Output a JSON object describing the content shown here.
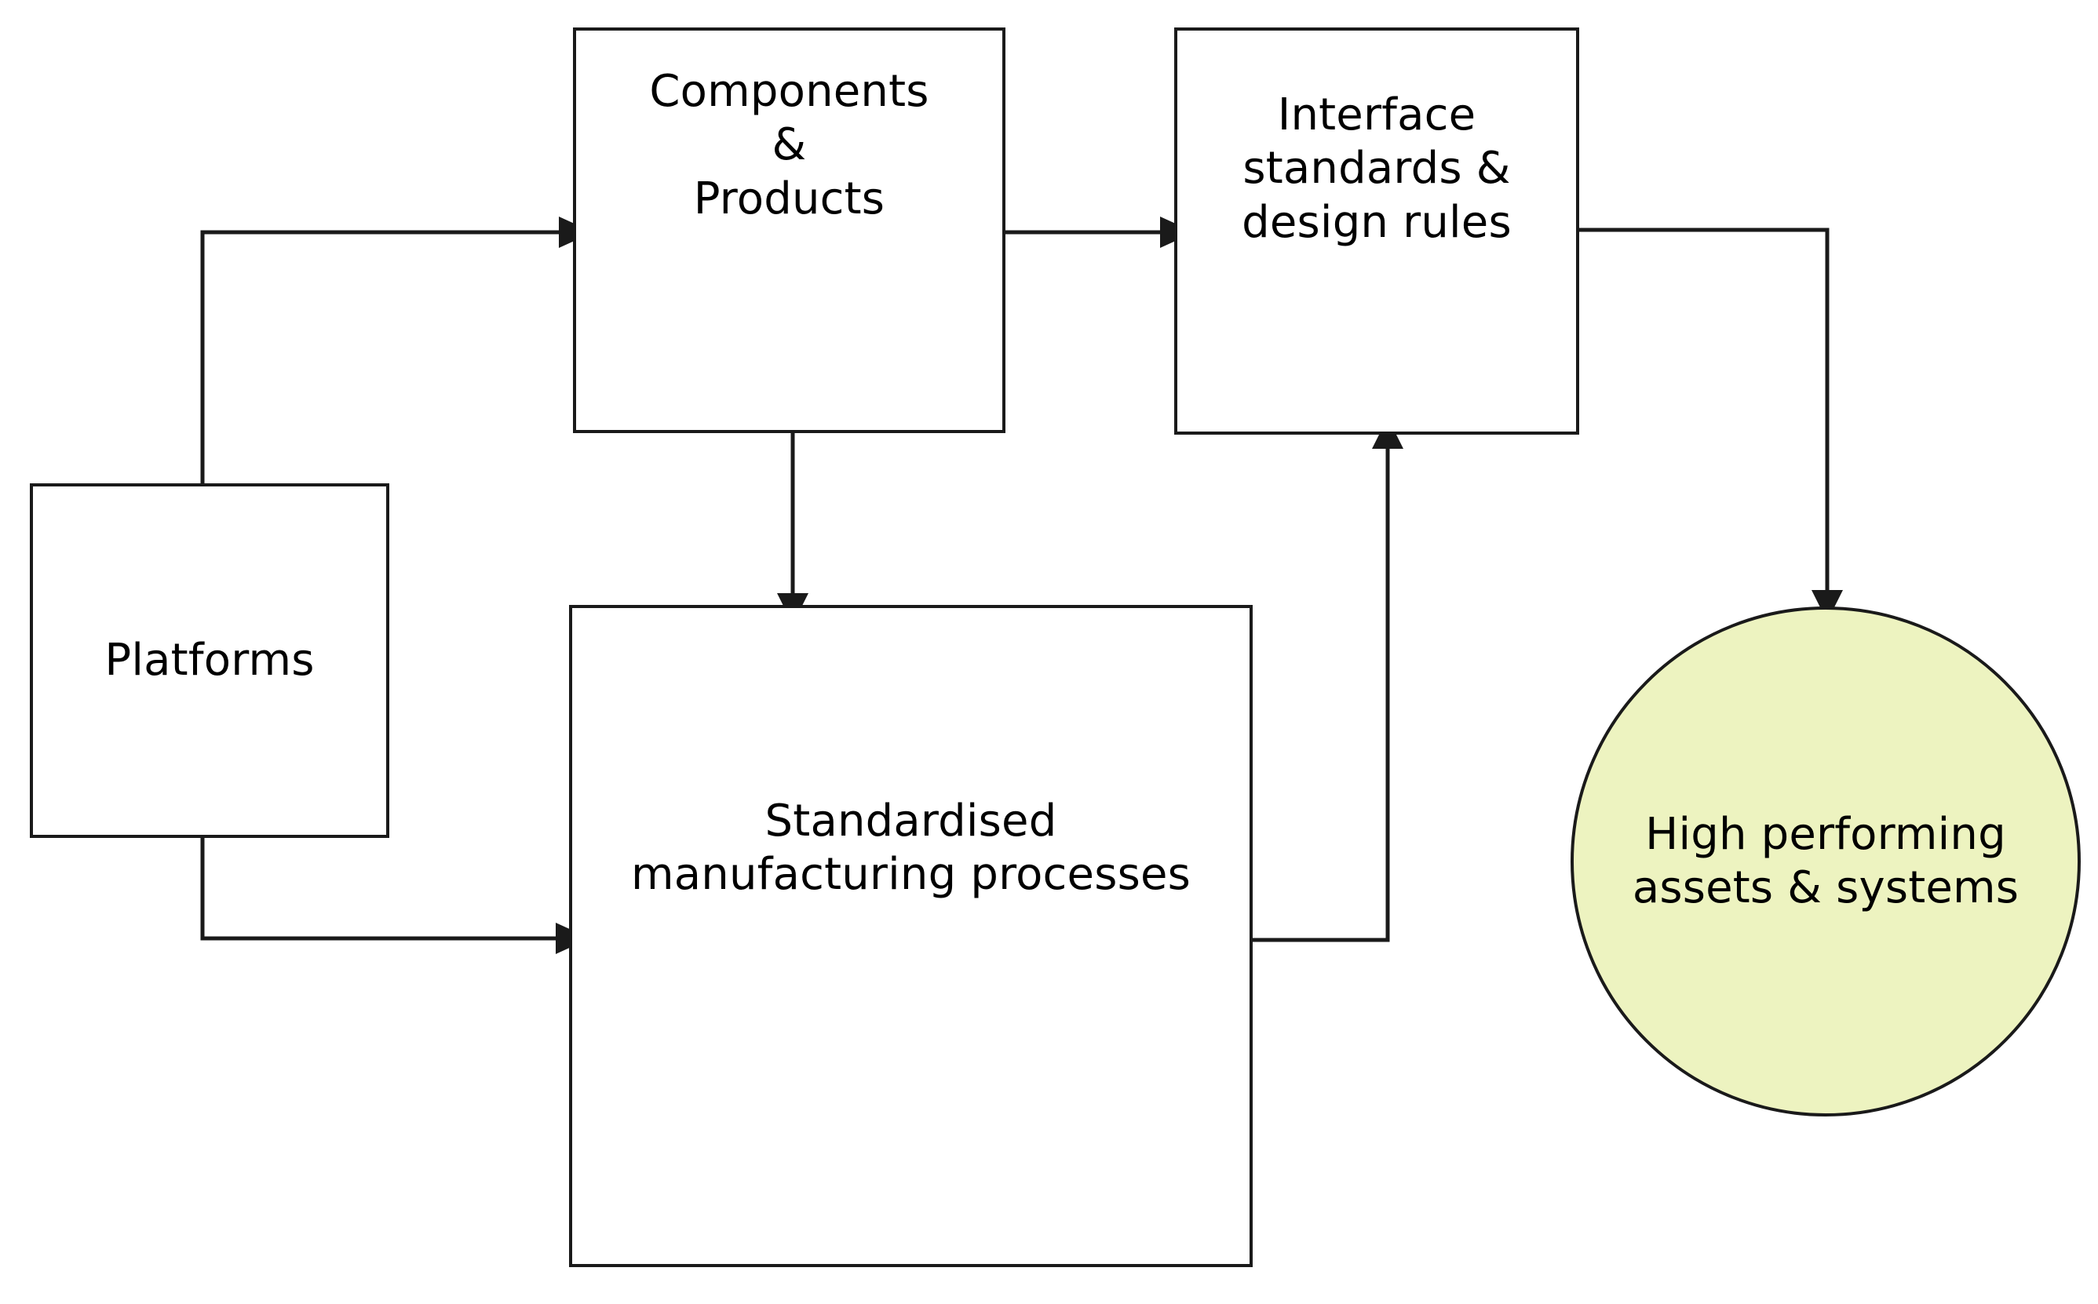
{
  "diagram": {
    "type": "flowchart",
    "background_color": "#ffffff",
    "line_color": "#1a1a1a",
    "nodes": [
      {
        "id": "platforms",
        "label": "Platforms",
        "shape": "rectangle",
        "fill": "#ffffff",
        "stroke": "#1a1a1a"
      },
      {
        "id": "components",
        "label": "Components\n&\nProducts",
        "shape": "rectangle",
        "fill": "#ffffff",
        "stroke": "#1a1a1a"
      },
      {
        "id": "interface",
        "label": "Interface\nstandards &\ndesign rules",
        "shape": "rectangle",
        "fill": "#ffffff",
        "stroke": "#1a1a1a"
      },
      {
        "id": "manufacturing",
        "label": "Standardised\nmanufacturing processes",
        "shape": "rectangle",
        "fill": "#ffffff",
        "stroke": "#1a1a1a"
      },
      {
        "id": "outcome",
        "label": "High performing\nassets & systems",
        "shape": "circle",
        "fill": "#EDF3C0",
        "stroke": "#1a1a1a"
      }
    ],
    "edges": [
      {
        "id": "platforms-to-components",
        "from": "platforms",
        "to": "components",
        "arrow": "right"
      },
      {
        "id": "platforms-to-manufacturing",
        "from": "platforms",
        "to": "manufacturing",
        "arrow": "right"
      },
      {
        "id": "components-to-interface",
        "from": "components",
        "to": "interface",
        "arrow": "right"
      },
      {
        "id": "components-to-manufacturing",
        "from": "components",
        "to": "manufacturing",
        "arrow": "down"
      },
      {
        "id": "manufacturing-to-interface",
        "from": "manufacturing",
        "to": "interface",
        "arrow": "up"
      },
      {
        "id": "interface-to-outcome",
        "from": "interface",
        "to": "outcome",
        "arrow": "down"
      }
    ]
  }
}
